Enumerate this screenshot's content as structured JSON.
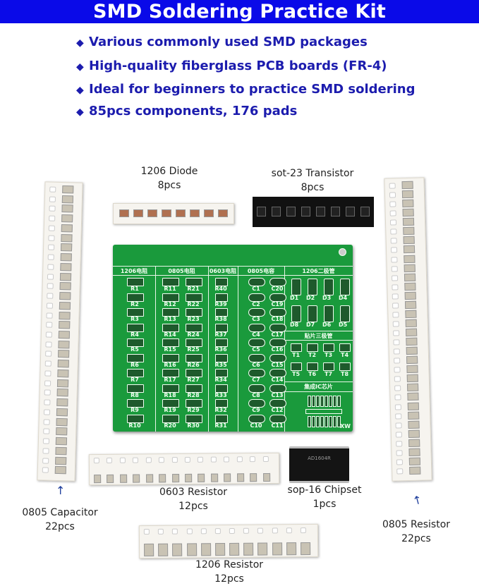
{
  "header": {
    "title": "SMD Soldering Practice Kit",
    "bg": "#0a0ae8"
  },
  "features": [
    "Various commonly used SMD packages",
    "High-quality fiberglass PCB boards (FR-4)",
    "Ideal for beginners to practice SMD soldering",
    "85pcs components, 176 pads"
  ],
  "bullet_icon": "diamond",
  "labels": {
    "diode": {
      "name": "1206 Diode",
      "qty": "8pcs"
    },
    "transistor": {
      "name": "sot-23 Transistor",
      "qty": "8pcs"
    },
    "res0603": {
      "name": "0603 Resistor",
      "qty": "12pcs"
    },
    "chip": {
      "name": "sop-16 Chipset",
      "qty": "1pcs"
    },
    "cap0805": {
      "name": "0805 Capacitor",
      "qty": "22pcs"
    },
    "res0805": {
      "name": "0805 Resistor",
      "qty": "22pcs"
    },
    "res1206": {
      "name": "1206 Resistor",
      "qty": "12pcs"
    }
  },
  "pcb": {
    "sections": [
      "1206电阻",
      "0805电阻",
      "0603电阻",
      "0805电容",
      "1206二极管",
      "贴片三极管",
      "集成IC芯片"
    ],
    "col1": [
      "R1",
      "R2",
      "R3",
      "R4",
      "R5",
      "R6",
      "R7",
      "R8",
      "R9",
      "R10"
    ],
    "col2": [
      "R11",
      "R12",
      "R13",
      "R14",
      "R15",
      "R16",
      "R17",
      "R18",
      "R19",
      "R20"
    ],
    "col3": [
      "R21",
      "R22",
      "R23",
      "R24",
      "R25",
      "R26",
      "R27",
      "R28",
      "R29",
      "R30"
    ],
    "col4": [
      "R40",
      "R39",
      "R38",
      "R37",
      "R36",
      "R35",
      "R34",
      "R33",
      "R32",
      "R31"
    ],
    "col5": [
      "C1",
      "C2",
      "C3",
      "C4",
      "C5",
      "C6",
      "C7",
      "C8",
      "C9",
      "C10"
    ],
    "col6": [
      "C20",
      "C19",
      "C18",
      "C17",
      "C16",
      "C15",
      "C14",
      "C13",
      "C12",
      "C11"
    ],
    "diodes": [
      "D1",
      "D2",
      "D3",
      "D4",
      "D8",
      "D7",
      "D6",
      "D5"
    ],
    "transistors": [
      "T1",
      "T2",
      "T3",
      "T4",
      "T5",
      "T6",
      "T7",
      "T8"
    ],
    "mark": "XW"
  },
  "chip_marking": "AD1604R"
}
